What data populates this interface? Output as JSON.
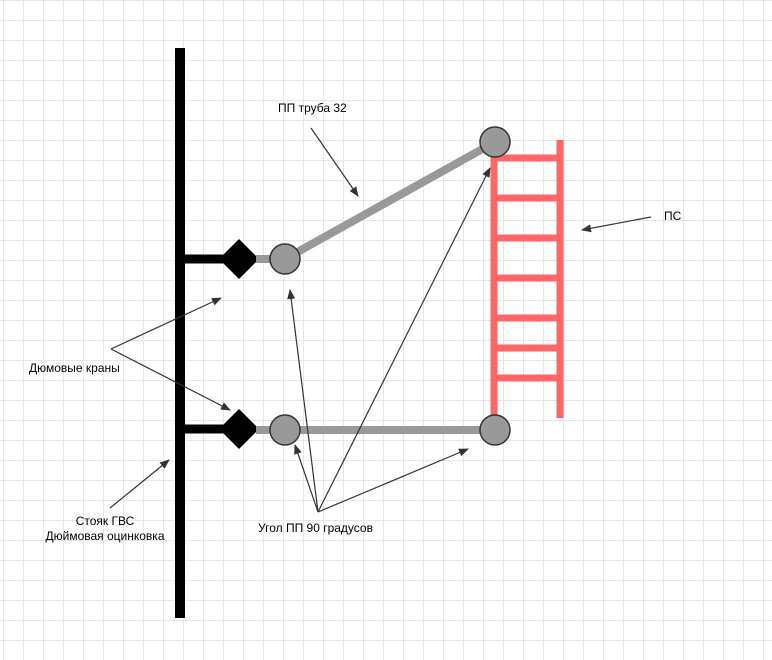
{
  "labels": {
    "pipe": "ПП труба 32",
    "towel_rail": "ПС",
    "valves": "Дюмовые краны",
    "riser_line1": "Стояк ГВС",
    "riser_line2": "Дюймовая оцинковка",
    "angle": "Угол ПП 90 градусов"
  },
  "colors": {
    "riser": "#000000",
    "pipe": "#999999",
    "node_fill": "#999999",
    "node_stroke": "#333333",
    "towel_rail": "#ff6666",
    "valve": "#000000",
    "arrow": "#333333"
  }
}
